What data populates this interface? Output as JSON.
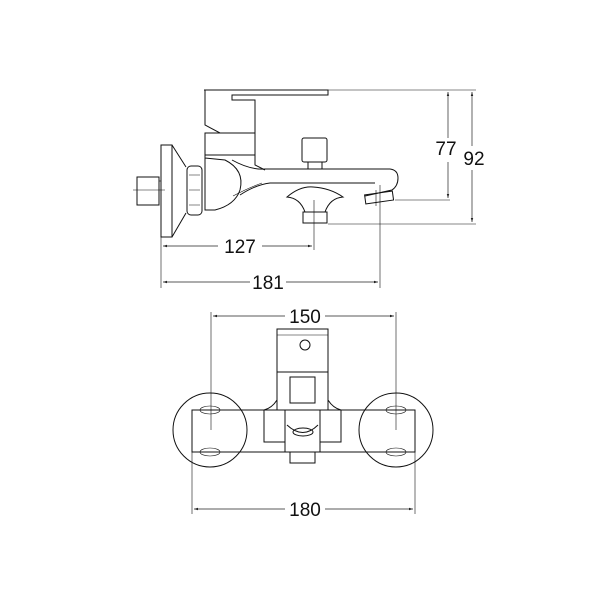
{
  "drawing": {
    "side_view": {
      "dimensions": {
        "height_outlet": "77",
        "height_total": "92",
        "projection_outlet": "127",
        "projection_total": "181"
      }
    },
    "front_view": {
      "dimensions": {
        "centers": "150",
        "width": "180"
      }
    }
  },
  "colors": {
    "line": "#111111",
    "background": "#ffffff"
  }
}
